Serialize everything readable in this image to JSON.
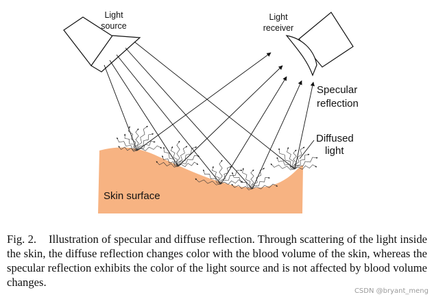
{
  "figure": {
    "labels": {
      "light_source_line1": "Light",
      "light_source_line2": "source",
      "light_receiver_line1": "Light",
      "light_receiver_line2": "receiver",
      "specular_line1": "Specular",
      "specular_line2": "reflection",
      "diffused_line1": "Diffused",
      "diffused_line2": "light",
      "skin_surface": "Skin surface"
    },
    "colors": {
      "skin": "#F7B382",
      "line": "#111111"
    }
  },
  "caption": {
    "fig_number": "Fig. 2.",
    "text": "Illustration of specular and diffuse reflection. Through scattering of the light inside the skin, the diffuse reflection changes color with the blood volume of the skin, whereas the specular reflection exhibits the color of the light source and is not affected by blood volume changes."
  },
  "watermark": "CSDN @bryant_meng"
}
